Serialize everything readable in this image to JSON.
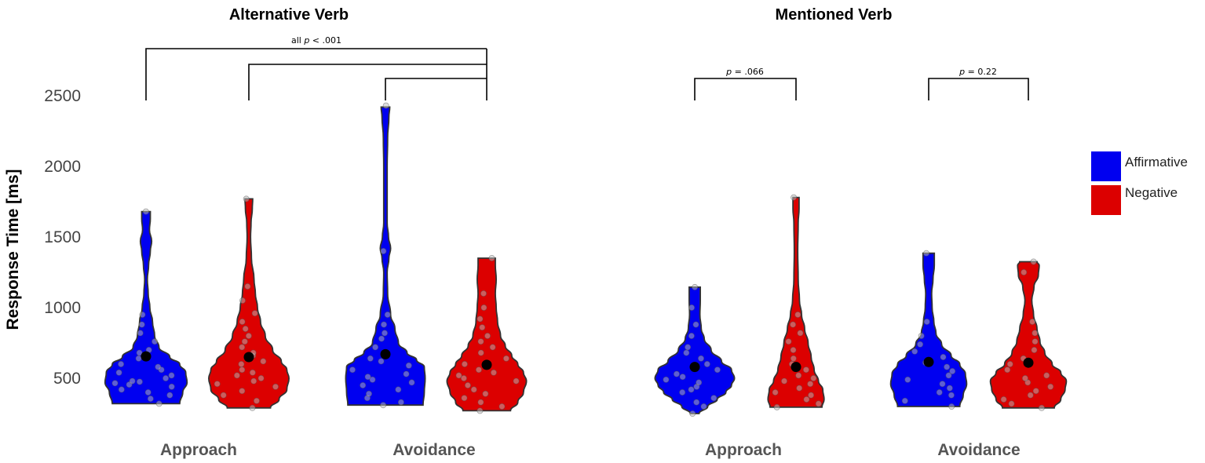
{
  "colors": {
    "affirmative": "#0000f0",
    "negative": "#dc0000",
    "mean": "#000000"
  },
  "chart_data": {
    "type": "violin",
    "ylabel": "Response Time [ms]",
    "ylim": [
      200,
      2750
    ],
    "yticks": [
      500,
      1000,
      1500,
      2000,
      2500
    ],
    "legend": {
      "position": "right",
      "entries": [
        "Affirmative",
        "Negative"
      ]
    },
    "panels": [
      {
        "title": "Alternative Verb",
        "categories": [
          "Approach",
          "Avoidance"
        ],
        "groups": [
          {
            "category": "Approach",
            "series": "Affirmative",
            "mean": 655,
            "min": 320,
            "max": 1680,
            "profile": [
              [
                320,
                0.78
              ],
              [
                400,
                0.85
              ],
              [
                470,
                0.95
              ],
              [
                540,
                0.92
              ],
              [
                600,
                0.78
              ],
              [
                650,
                0.55
              ],
              [
                720,
                0.3
              ],
              [
                800,
                0.2
              ],
              [
                900,
                0.15
              ],
              [
                1000,
                0.09
              ],
              [
                1100,
                0.05
              ],
              [
                1200,
                0.03
              ],
              [
                1300,
                0.06
              ],
              [
                1400,
                0.1
              ],
              [
                1470,
                0.13
              ],
              [
                1550,
                0.08
              ],
              [
                1630,
                0.1
              ],
              [
                1680,
                0.1
              ]
            ],
            "points": [
              320,
              355,
              380,
              400,
              420,
              440,
              455,
              465,
              475,
              480,
              500,
              520,
              540,
              560,
              580,
              600,
              640,
              680,
              700,
              760,
              820,
              880,
              950,
              1680
            ]
          },
          {
            "category": "Approach",
            "series": "Negative",
            "mean": 650,
            "min": 290,
            "max": 1770,
            "profile": [
              [
                290,
                0.5
              ],
              [
                350,
                0.7
              ],
              [
                420,
                0.88
              ],
              [
                500,
                0.93
              ],
              [
                560,
                0.88
              ],
              [
                620,
                0.75
              ],
              [
                700,
                0.55
              ],
              [
                800,
                0.38
              ],
              [
                900,
                0.27
              ],
              [
                1000,
                0.2
              ],
              [
                1100,
                0.15
              ],
              [
                1200,
                0.12
              ],
              [
                1350,
                0.06
              ],
              [
                1500,
                0.04
              ],
              [
                1600,
                0.05
              ],
              [
                1700,
                0.08
              ],
              [
                1770,
                0.09
              ]
            ],
            "points": [
              290,
              340,
              380,
              410,
              440,
              460,
              480,
              500,
              520,
              540,
              560,
              600,
              620,
              640,
              660,
              680,
              720,
              760,
              800,
              850,
              900,
              960,
              1050,
              1150,
              1770
            ]
          }
        ]
      },
      {
        "title": "",
        "categories": [],
        "groups": [
          {
            "category": "Avoidance",
            "series": "Affirmative",
            "mean": 670,
            "min": 310,
            "max": 2420,
            "profile": [
              [
                310,
                0.87
              ],
              [
                400,
                0.9
              ],
              [
                500,
                0.92
              ],
              [
                580,
                0.9
              ],
              [
                630,
                0.72
              ],
              [
                680,
                0.5
              ],
              [
                750,
                0.3
              ],
              [
                850,
                0.22
              ],
              [
                950,
                0.12
              ],
              [
                1100,
                0.05
              ],
              [
                1250,
                0.04
              ],
              [
                1350,
                0.08
              ],
              [
                1420,
                0.12
              ],
              [
                1500,
                0.07
              ],
              [
                1600,
                0.04
              ],
              [
                1800,
                0.04
              ],
              [
                2000,
                0.04
              ],
              [
                2200,
                0.05
              ],
              [
                2350,
                0.08
              ],
              [
                2420,
                0.1
              ]
            ],
            "points": [
              310,
              330,
              360,
              390,
              420,
              450,
              470,
              490,
              510,
              530,
              560,
              590,
              620,
              640,
              680,
              720,
              780,
              820,
              880,
              950,
              1400,
              2430
            ]
          },
          {
            "category": "Avoidance",
            "series": "Negative",
            "mean": 595,
            "min": 270,
            "max": 1350,
            "profile": [
              [
                270,
                0.55
              ],
              [
                330,
                0.72
              ],
              [
                400,
                0.85
              ],
              [
                480,
                0.92
              ],
              [
                540,
                0.85
              ],
              [
                600,
                0.72
              ],
              [
                660,
                0.58
              ],
              [
                730,
                0.43
              ],
              [
                800,
                0.32
              ],
              [
                900,
                0.25
              ],
              [
                1000,
                0.22
              ],
              [
                1100,
                0.2
              ],
              [
                1200,
                0.22
              ],
              [
                1300,
                0.2
              ],
              [
                1350,
                0.2
              ]
            ],
            "points": [
              270,
              300,
              330,
              360,
              390,
              420,
              450,
              480,
              500,
              520,
              540,
              560,
              600,
              640,
              680,
              720,
              760,
              800,
              860,
              920,
              1000,
              1100,
              1350
            ]
          }
        ]
      }
    ]
  },
  "panel_titles": [
    "Alternative Verb",
    "Mentioned Verb"
  ],
  "category_labels": [
    "Approach",
    "Avoidance",
    "Approach",
    "Avoidance"
  ],
  "significance": [
    "all p < .001",
    "p = .066",
    "p = 0.22"
  ],
  "mentioned_groups": [
    {
      "category": "Approach",
      "series": "Affirmative",
      "mean": 580,
      "min": 250,
      "max": 1145,
      "profile": [
        [
          250,
          0.1
        ],
        [
          300,
          0.3
        ],
        [
          350,
          0.52
        ],
        [
          400,
          0.72
        ],
        [
          450,
          0.85
        ],
        [
          500,
          0.92
        ],
        [
          560,
          0.85
        ],
        [
          620,
          0.62
        ],
        [
          700,
          0.38
        ],
        [
          780,
          0.22
        ],
        [
          850,
          0.15
        ],
        [
          950,
          0.12
        ],
        [
          1050,
          0.13
        ],
        [
          1145,
          0.13
        ]
      ],
      "points": [
        250,
        300,
        330,
        360,
        400,
        420,
        440,
        470,
        490,
        510,
        530,
        560,
        600,
        640,
        680,
        720,
        800,
        880,
        1000,
        1145
      ]
    },
    {
      "category": "Approach",
      "series": "Negative",
      "mean": 580,
      "min": 295,
      "max": 1780,
      "profile": [
        [
          295,
          0.6
        ],
        [
          350,
          0.65
        ],
        [
          420,
          0.62
        ],
        [
          480,
          0.52
        ],
        [
          560,
          0.42
        ],
        [
          650,
          0.35
        ],
        [
          750,
          0.28
        ],
        [
          850,
          0.2
        ],
        [
          950,
          0.13
        ],
        [
          1050,
          0.08
        ],
        [
          1200,
          0.05
        ],
        [
          1400,
          0.04
        ],
        [
          1600,
          0.05
        ],
        [
          1700,
          0.07
        ],
        [
          1780,
          0.07
        ]
      ],
      "points": [
        295,
        320,
        350,
        380,
        400,
        430,
        460,
        480,
        500,
        520,
        560,
        600,
        640,
        700,
        760,
        820,
        880,
        950,
        1780
      ]
    },
    {
      "category": "Avoidance",
      "series": "Affirmative",
      "mean": 615,
      "min": 300,
      "max": 1385,
      "profile": [
        [
          300,
          0.72
        ],
        [
          380,
          0.8
        ],
        [
          460,
          0.88
        ],
        [
          530,
          0.85
        ],
        [
          600,
          0.72
        ],
        [
          660,
          0.52
        ],
        [
          740,
          0.3
        ],
        [
          820,
          0.17
        ],
        [
          900,
          0.12
        ],
        [
          1000,
          0.08
        ],
        [
          1100,
          0.07
        ],
        [
          1200,
          0.1
        ],
        [
          1300,
          0.13
        ],
        [
          1385,
          0.13
        ]
      ],
      "points": [
        300,
        340,
        380,
        400,
        430,
        460,
        490,
        520,
        550,
        580,
        610,
        650,
        690,
        740,
        800,
        900,
        1385
      ]
    },
    {
      "category": "Avoidance",
      "series": "Negative",
      "mean": 610,
      "min": 290,
      "max": 1325,
      "profile": [
        [
          290,
          0.6
        ],
        [
          350,
          0.75
        ],
        [
          420,
          0.85
        ],
        [
          480,
          0.88
        ],
        [
          540,
          0.75
        ],
        [
          600,
          0.55
        ],
        [
          680,
          0.38
        ],
        [
          760,
          0.27
        ],
        [
          850,
          0.2
        ],
        [
          950,
          0.12
        ],
        [
          1050,
          0.08
        ],
        [
          1150,
          0.13
        ],
        [
          1230,
          0.23
        ],
        [
          1300,
          0.25
        ],
        [
          1325,
          0.2
        ]
      ],
      "points": [
        290,
        320,
        350,
        380,
        410,
        440,
        470,
        500,
        520,
        560,
        600,
        640,
        700,
        760,
        820,
        900,
        1250,
        1325
      ]
    }
  ]
}
